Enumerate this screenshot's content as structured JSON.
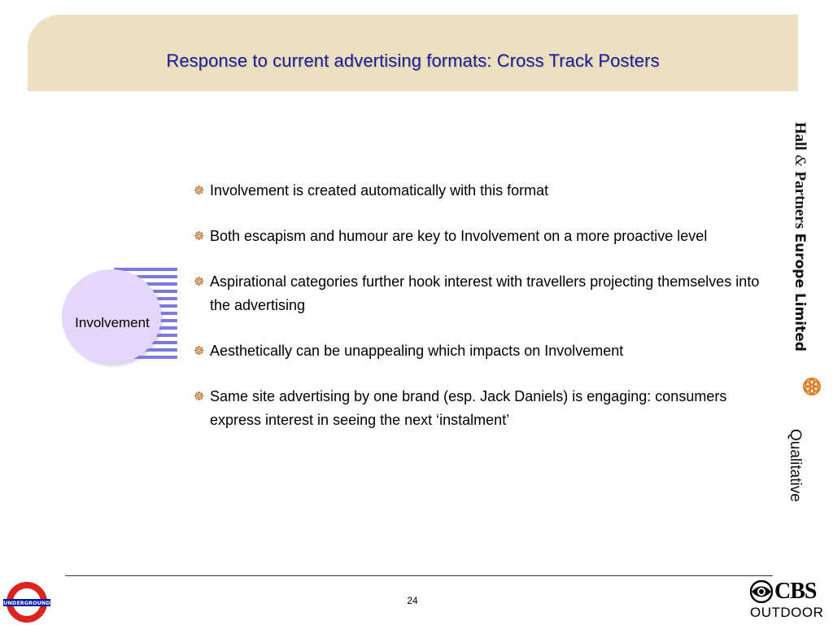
{
  "slide": {
    "title": "Response to current advertising formats: Cross Track Posters",
    "page_number": "24"
  },
  "diagram": {
    "label": "Involvement"
  },
  "bullets": [
    {
      "text": "Involvement is created automatically with this format"
    },
    {
      "text": "Both escapism and humour are key to Involvement on a more proactive level"
    },
    {
      "text": "Aspirational categories further hook interest with travellers projecting themselves into the advertising"
    },
    {
      "text": "Aesthetically can be unappealing which impacts on Involvement"
    },
    {
      "text": "Same site advertising by one brand (esp. Jack Daniels) is engaging: consumers express interest in seeing the next ‘instalment’"
    }
  ],
  "branding": {
    "side_part1": "Hall",
    "side_amp": "&",
    "side_part2": "Partners",
    "side_part3": "Europe Limited",
    "side_qualitative": "Qualitative",
    "underground_label": "UNDERGROUND",
    "cbs_name": "CBS",
    "cbs_sub": "OUTDOOR"
  },
  "icons": {
    "bullet": "ship-wheel-icon",
    "side_logo": "flower-emblem-icon",
    "cbs_logo": "cbs-eye-icon",
    "underground_logo": "roundel-icon"
  },
  "colors": {
    "title_band": "#ece0c1",
    "title_text": "#1c1c9a",
    "bullet_icon": "#b7651b",
    "circle_fill": "#e6d6fb",
    "stripes": "#7a7ae0",
    "roundel_red": "#dc241f",
    "roundel_blue": "#0019a8",
    "side_logo": "#e07a1f"
  }
}
